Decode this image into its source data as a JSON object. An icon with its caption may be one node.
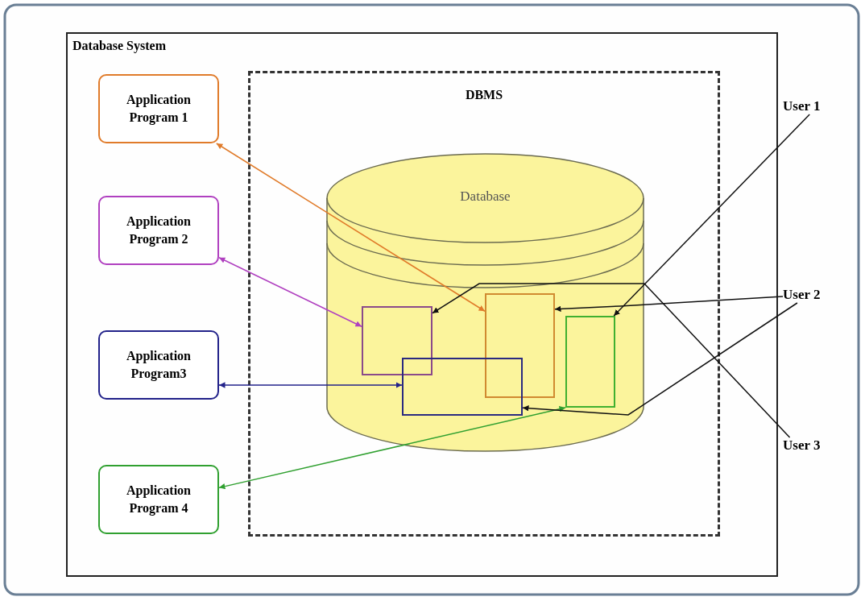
{
  "diagram": {
    "nodes": [
      {
        "text": [
          "Database System"
        ]
      },
      {
        "text": [
          "DBMS"
        ],
        "in": 0
      },
      {
        "text": [
          "Database"
        ],
        "in": 1
      },
      {
        "text": [
          "Application Program 1"
        ],
        "in": 0
      },
      {
        "text": [
          "Application Program 2"
        ],
        "in": 0
      },
      {
        "text": [
          "Application Program3"
        ],
        "in": 0
      },
      {
        "text": [
          "Application Program 4"
        ],
        "in": 0
      },
      {
        "text": [],
        "shape": "box",
        "in": 2
      },
      {
        "text": [],
        "shape": "box",
        "in": 2
      },
      {
        "text": [],
        "shape": "box",
        "in": 2
      },
      {
        "text": [],
        "shape": "box",
        "in": 2
      },
      {
        "text": [
          "User 1"
        ]
      },
      {
        "text": [
          "User 2"
        ]
      },
      {
        "text": [
          "User 3"
        ]
      }
    ],
    "edges": [
      {
        "from": 3,
        "to": 8,
        "arrow": "both",
        "color": "#e07b2a"
      },
      {
        "from": 4,
        "to": 7,
        "arrow": "both",
        "color": "#b040c0"
      },
      {
        "from": 5,
        "to": 9,
        "arrow": "both",
        "color": "#22228a"
      },
      {
        "from": 6,
        "to": 10,
        "arrow": "both",
        "color": "#30a030"
      },
      {
        "from": 11,
        "to": 10,
        "arrow": "to"
      },
      {
        "from": 12,
        "to": 8,
        "arrow": "to"
      },
      {
        "from": 12,
        "to": 9,
        "arrow": "to"
      },
      {
        "from": 13,
        "to": 7,
        "arrow": "to"
      }
    ]
  }
}
